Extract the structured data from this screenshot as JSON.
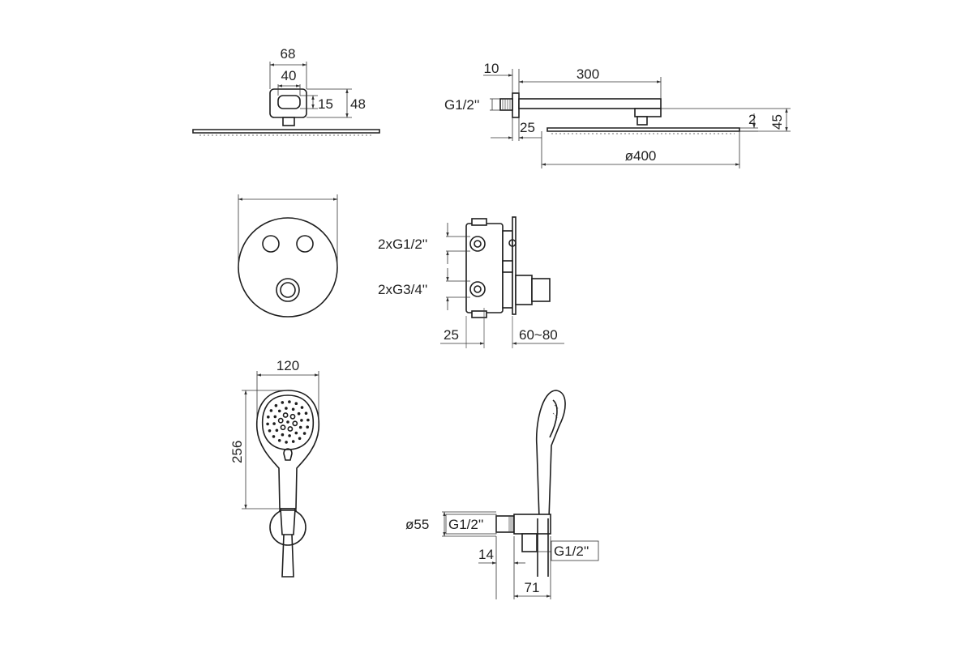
{
  "views": {
    "rain_shower_front": {
      "dims": {
        "width_outer": "68",
        "width_inner": "40",
        "height_inner": "15",
        "height_outer": "48"
      }
    },
    "rain_shower_side": {
      "dims": {
        "wall_offset": "10",
        "arm_length": "300",
        "thread": "G1/2''",
        "flange": "25",
        "head_thickness": "2",
        "head_height": "45",
        "head_diameter": "ø400"
      }
    },
    "mixer_front": {},
    "mixer_body": {
      "dims": {
        "outlets": "2xG1/2''",
        "inlets": "2xG3/4''",
        "depth_rear": "25",
        "depth_range": "60~80"
      }
    },
    "hand_shower_front": {
      "dims": {
        "width": "120",
        "length": "256"
      }
    },
    "hand_shower_side": {
      "dims": {
        "elbow_diameter": "ø55",
        "elbow_thread": "G1/2''",
        "elbow_offset": "14",
        "outlet_thread": "G1/2''",
        "elbow_depth": "71"
      }
    }
  }
}
